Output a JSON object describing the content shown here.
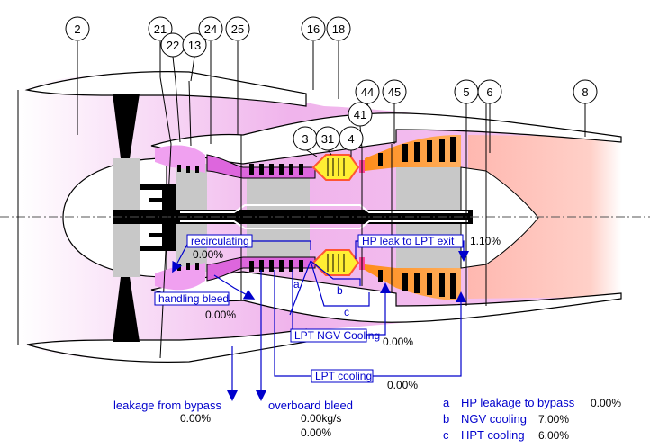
{
  "stations": [
    "2",
    "21",
    "22",
    "13",
    "24",
    "25",
    "16",
    "18",
    "3",
    "31",
    "4",
    "41",
    "44",
    "45",
    "5",
    "6",
    "8"
  ],
  "flows": {
    "recirculating": {
      "label": "recirculating",
      "value": "0.00%"
    },
    "handling_bleed": {
      "label": "handling bleed",
      "value": "0.00%"
    },
    "hp_leak_lpt_exit": {
      "label": "HP leak to LPT exit",
      "value": "1.10%"
    },
    "lpt_ngv_cooling": {
      "label": "LPT NGV Cooling",
      "value": "0.00%"
    },
    "lpt_cooling": {
      "label": "LPT cooling",
      "value": "0.00%"
    },
    "leakage_from_bypass": {
      "label": "leakage from bypass",
      "value": "0.00%"
    },
    "overboard_bleed": {
      "label": "overboard bleed",
      "value_kgs": "0.00kg/s",
      "value_pct": "0.00%"
    }
  },
  "path_letters": {
    "a": "a",
    "b": "b",
    "c": "c"
  },
  "legend": [
    {
      "key": "a",
      "label": "HP leakage to bypass",
      "value": "0.00%"
    },
    {
      "key": "b",
      "label": "NGV cooling",
      "value": "7.00%"
    },
    {
      "key": "c",
      "label": "HPT cooling",
      "value": "6.00%"
    }
  ],
  "colors": {
    "bypass": "#f2b8ee",
    "core_compressor": "#dd66dd",
    "combustor": "#ffee33",
    "combustor_ring": "#ff5533",
    "turbine": "#ff9933",
    "exhaust": "#ffc8c0",
    "gray": "#c8c8c8",
    "annotation": "#0000cc"
  }
}
